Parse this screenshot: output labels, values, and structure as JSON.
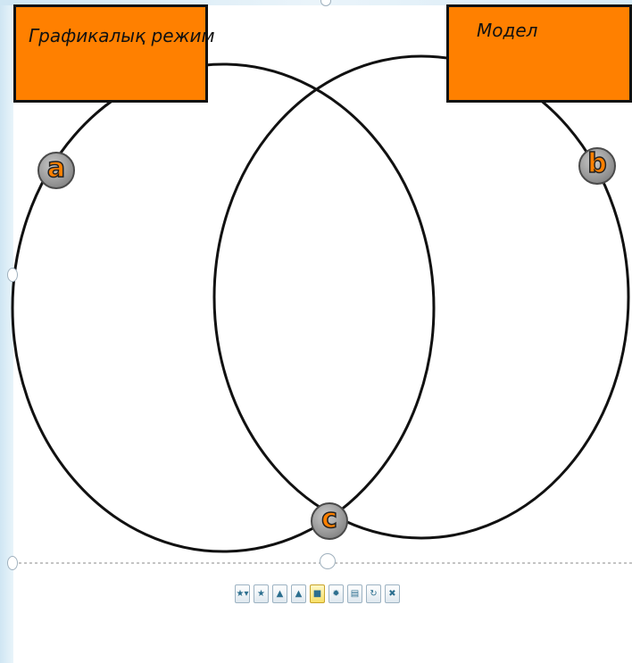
{
  "diagram": {
    "left_title": "Графикалық режим",
    "right_title": "Модел",
    "badges": {
      "a": "a",
      "b": "b",
      "c": "c"
    }
  },
  "toolbar": {
    "buttons": [
      {
        "name": "star-dropdown-icon",
        "glyph": "★▾"
      },
      {
        "name": "star-add-icon",
        "glyph": "★"
      },
      {
        "name": "bring-forward-icon",
        "glyph": "▲"
      },
      {
        "name": "triangle-shape-icon",
        "glyph": "▲"
      },
      {
        "name": "arrange-layers-icon",
        "glyph": "■",
        "active": true
      },
      {
        "name": "gear-icon",
        "glyph": "✹"
      },
      {
        "name": "table-icon",
        "glyph": "▤"
      },
      {
        "name": "rotate-icon",
        "glyph": "↻"
      },
      {
        "name": "close-icon",
        "glyph": "✖"
      }
    ]
  },
  "colors": {
    "accent_orange": "#ff8000",
    "badge_gray": "#999999",
    "outline": "#111111",
    "side_strip": "#d8ecf7"
  }
}
